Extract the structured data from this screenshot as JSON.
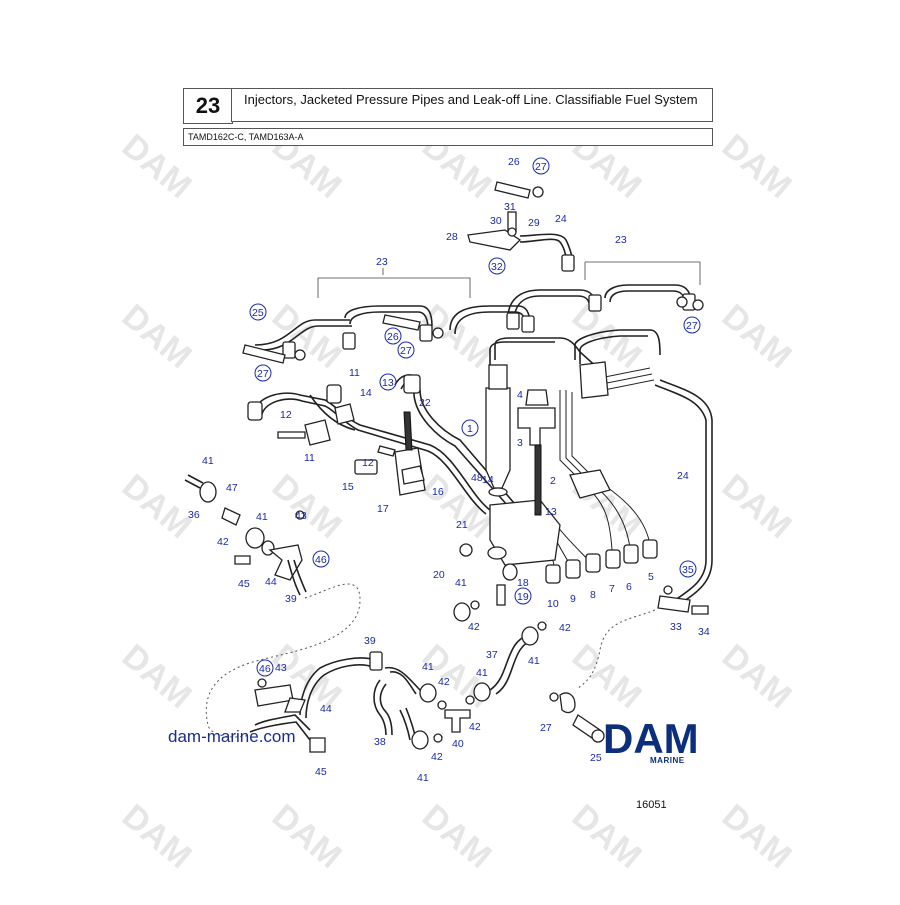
{
  "header": {
    "number": "23",
    "title": "Injectors, Jacketed Pressure Pipes and Leak-off Line. Classifiable Fuel System",
    "models": "TAMD162C-C, TAMD163A-A"
  },
  "watermark": "DAM",
  "website": "dam-marine.com",
  "logo": {
    "main": "DAM",
    "sub": "MARINE",
    "color": "#0b2f7a"
  },
  "drawing_number": "16051",
  "label_color": "#1a2aa8",
  "callouts": [
    "26",
    "27",
    "31",
    "30",
    "29",
    "28",
    "24",
    "23",
    "32",
    "23",
    "25",
    "26",
    "27",
    "27",
    "27",
    "11",
    "14",
    "13",
    "22",
    "12",
    "11",
    "1",
    "4",
    "3",
    "12",
    "15",
    "17",
    "16",
    "48",
    "14",
    "2",
    "13",
    "24",
    "41",
    "47",
    "36",
    "42",
    "41",
    "43",
    "46",
    "45",
    "44",
    "39",
    "21",
    "20",
    "18",
    "41",
    "42",
    "19",
    "10",
    "9",
    "8",
    "7",
    "6",
    "5",
    "35",
    "33",
    "34",
    "42",
    "39",
    "41",
    "37",
    "46",
    "43",
    "41",
    "42",
    "41",
    "44",
    "42",
    "38",
    "40",
    "42",
    "41",
    "27",
    "25",
    "45"
  ]
}
